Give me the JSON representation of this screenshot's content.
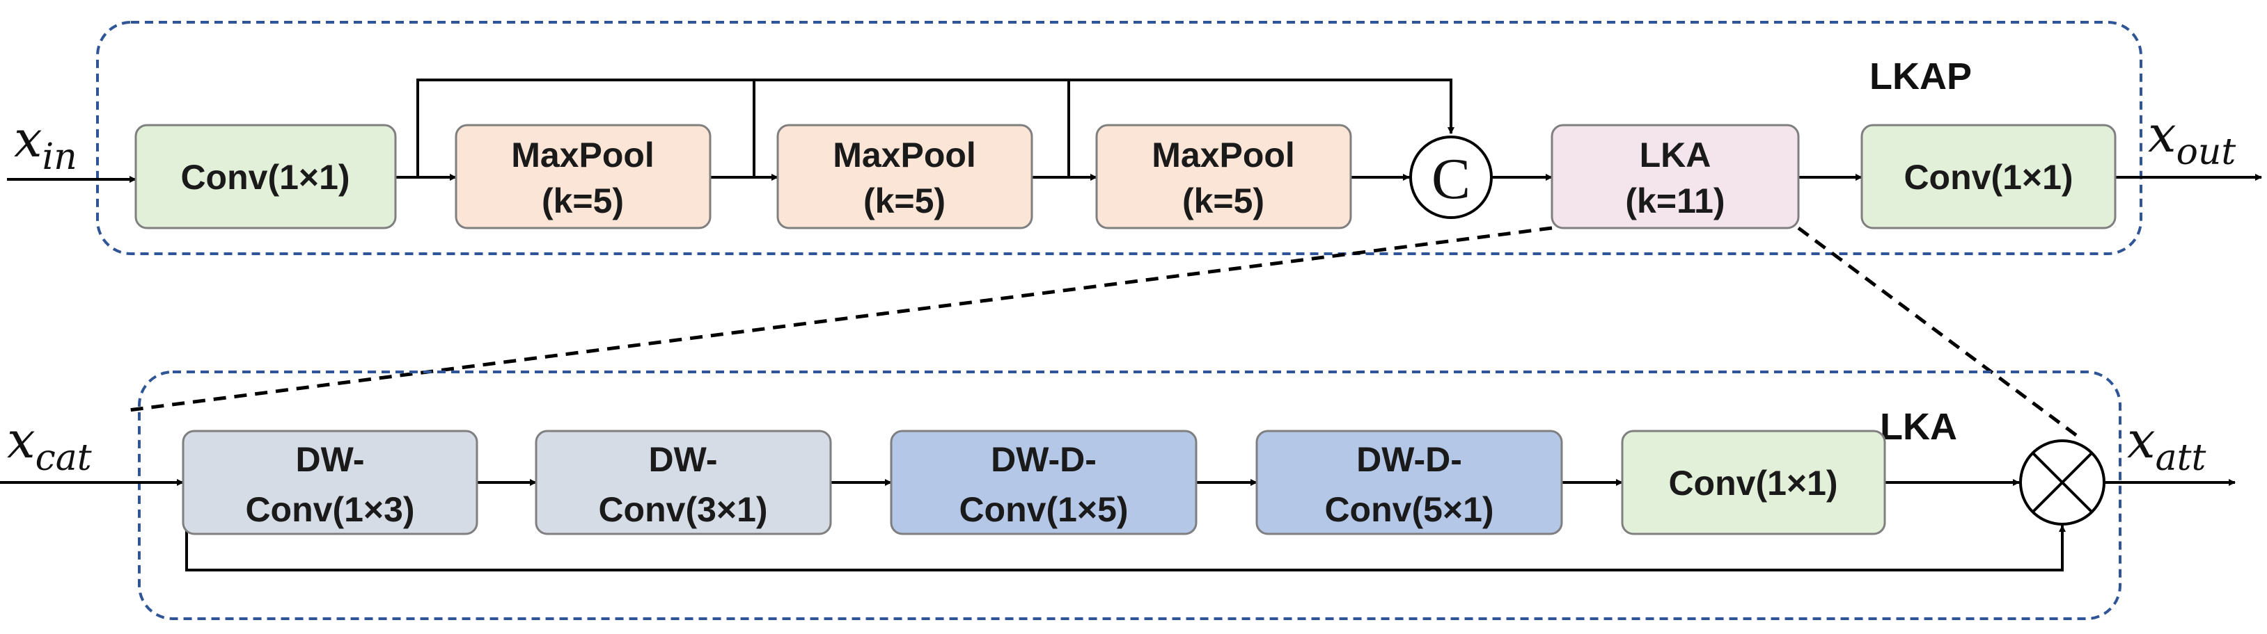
{
  "top_module": {
    "title": "LKAP",
    "input_var": {
      "base": "x",
      "sub": "in"
    },
    "output_var": {
      "base": "x",
      "sub": "out"
    },
    "blocks": [
      {
        "id": "conv-in",
        "lines": [
          "Conv(1×1)"
        ],
        "fill": "#e2f0d9",
        "stroke": "#7f7f7f"
      },
      {
        "id": "maxpool-1",
        "lines": [
          "MaxPool",
          "(k=5)"
        ],
        "fill": "#fbe5d6",
        "stroke": "#7f7f7f"
      },
      {
        "id": "maxpool-2",
        "lines": [
          "MaxPool",
          "(k=5)"
        ],
        "fill": "#fbe5d6",
        "stroke": "#7f7f7f"
      },
      {
        "id": "maxpool-3",
        "lines": [
          "MaxPool",
          "(k=5)"
        ],
        "fill": "#fbe5d6",
        "stroke": "#7f7f7f"
      },
      {
        "id": "lka",
        "lines": [
          "LKA",
          "(k=11)"
        ],
        "fill": "#f4e4ec",
        "stroke": "#7f7f7f"
      },
      {
        "id": "conv-out",
        "lines": [
          "Conv(1×1)"
        ],
        "fill": "#e2f0d9",
        "stroke": "#7f7f7f"
      }
    ],
    "concat_symbol": "C"
  },
  "bottom_module": {
    "title": "LKA",
    "input_var": {
      "base": "x",
      "sub": "cat"
    },
    "output_var": {
      "base": "x",
      "sub": "att"
    },
    "blocks": [
      {
        "id": "dwconv-1x3",
        "lines": [
          "DW-",
          "Conv(1×3)"
        ],
        "fill": "#d6dce5",
        "stroke": "#7f7f7f"
      },
      {
        "id": "dwconv-3x1",
        "lines": [
          "DW-",
          "Conv(3×1)"
        ],
        "fill": "#d6dce5",
        "stroke": "#7f7f7f"
      },
      {
        "id": "dwdconv-1x5",
        "lines": [
          "DW-D-",
          "Conv(1×5)"
        ],
        "fill": "#b4c7e7",
        "stroke": "#7f7f7f"
      },
      {
        "id": "dwdconv-5x1",
        "lines": [
          "DW-D-",
          "Conv(5×1)"
        ],
        "fill": "#b4c7e7",
        "stroke": "#7f7f7f"
      },
      {
        "id": "conv-1x1",
        "lines": [
          "Conv(1×1)"
        ],
        "fill": "#e2f0d9",
        "stroke": "#7f7f7f"
      }
    ],
    "multiply_symbol": "multiply"
  },
  "colors": {
    "group_border": "#2f5597",
    "line": "#000000"
  }
}
